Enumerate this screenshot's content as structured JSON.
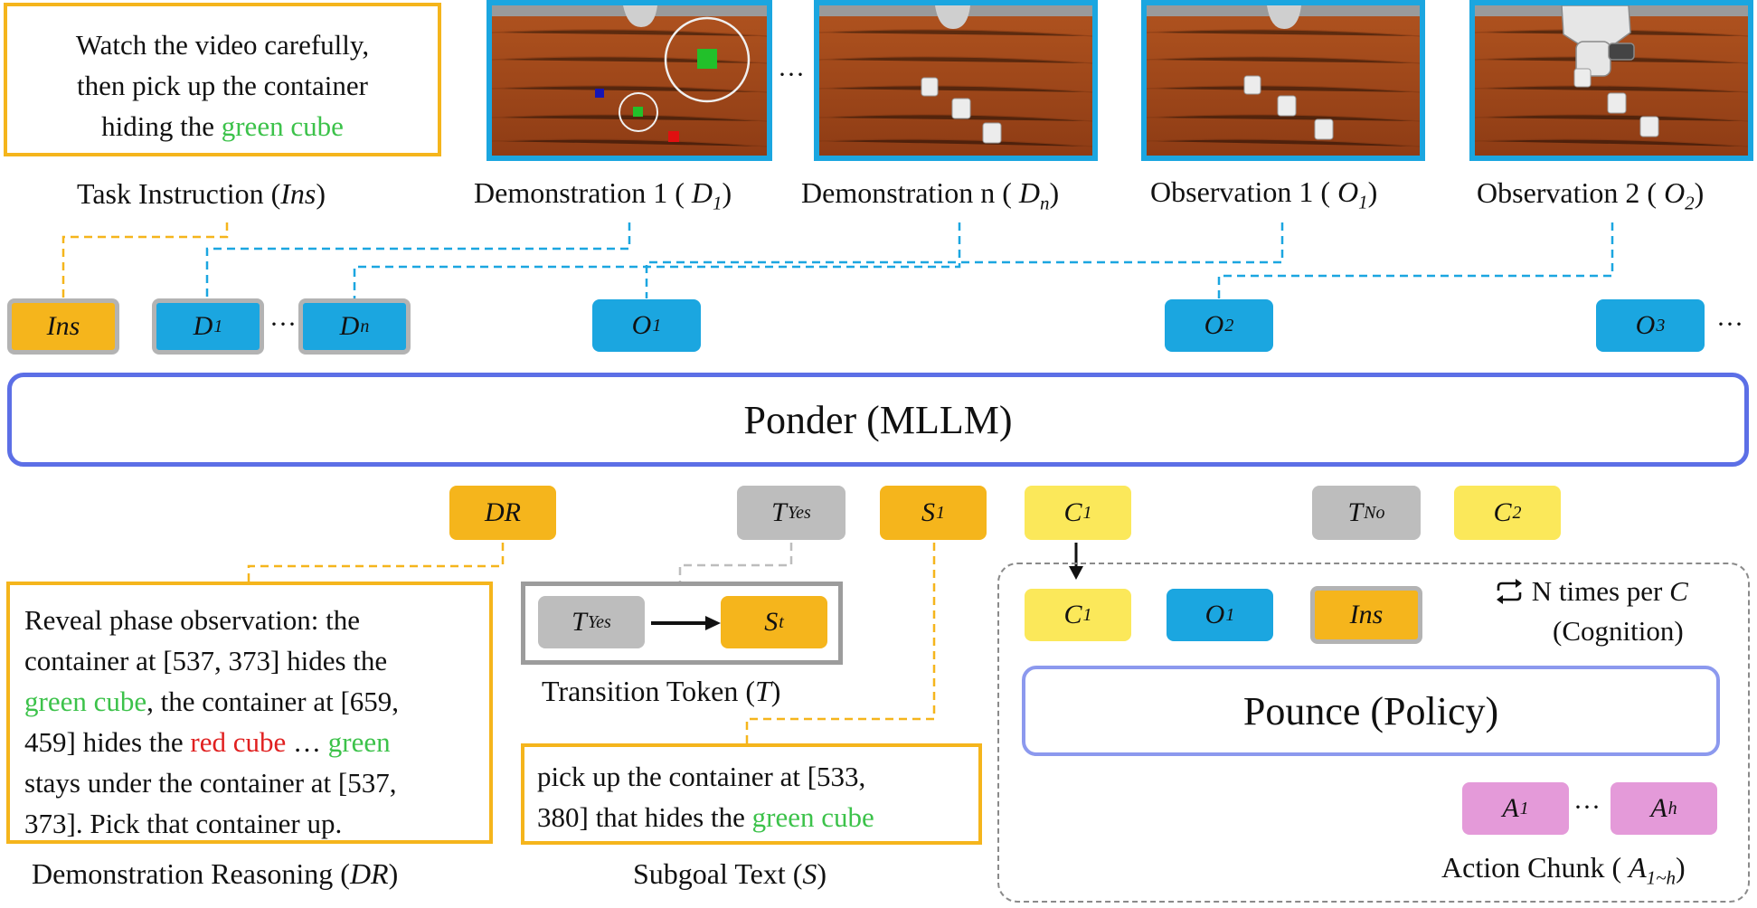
{
  "task_instruction": {
    "line1": "Watch the video carefully,",
    "line2": "then pick up the container",
    "line3_prefix": "hiding the",
    "line3_green": "green cube",
    "caption_prefix": "Task Instruction (",
    "caption_sym": "Ins",
    "caption_suffix": ")"
  },
  "frames": [
    {
      "caption_prefix": "Demonstration 1 (",
      "sym": "D",
      "sub": "1",
      "caption_suffix": ")"
    },
    {
      "caption_prefix": "Demonstration n (",
      "sym": "D",
      "sub": "n",
      "caption_suffix": ")"
    },
    {
      "caption_prefix": "Observation 1 (",
      "sym": "O",
      "sub": "1",
      "caption_suffix": ")"
    },
    {
      "caption_prefix": "Observation 2 (",
      "sym": "O",
      "sub": "2",
      "caption_suffix": ")"
    }
  ],
  "frame_ellipsis": "···",
  "input_tokens": {
    "ins": "Ins",
    "d1": {
      "sym": "D",
      "sub": "1"
    },
    "dn": {
      "sym": "D",
      "sub": "n"
    },
    "o1": {
      "sym": "O",
      "sub": "1"
    },
    "o2": {
      "sym": "O",
      "sub": "2"
    },
    "o3": {
      "sym": "O",
      "sub": "3"
    },
    "ellipsis_d": "···",
    "ellipsis_o": "···"
  },
  "ponder_label": "Ponder (MLLM)",
  "output_tokens": {
    "dr": "DR",
    "tyes": {
      "sym": "T",
      "sub": "Yes"
    },
    "s1": {
      "sym": "S",
      "sub": "1"
    },
    "c1": {
      "sym": "C",
      "sub": "1"
    },
    "tno": {
      "sym": "T",
      "sub": "No"
    },
    "c2": {
      "sym": "C",
      "sub": "2"
    }
  },
  "reasoning": {
    "l1": "Reveal phase observation: the",
    "l2": "container at [537, 373] hides the",
    "l3_green": "green cube",
    "l3_rest": ", the container at [659,",
    "l4_prefix": "459] hides the ",
    "l4_red": "red cube",
    "l4_mid": " … ",
    "l4_green": "green",
    "l5": "stays under the container at [537,",
    "l6": "373]. Pick that container up.",
    "caption_prefix": "Demonstration Reasoning (",
    "caption_sym": "DR",
    "caption_suffix": ")"
  },
  "transition": {
    "tyes": {
      "sym": "T",
      "sub": "Yes"
    },
    "st": {
      "sym": "S",
      "sub": "t"
    },
    "caption_prefix": "Transition Token (",
    "caption_sym": "T",
    "caption_suffix": ")"
  },
  "subgoal": {
    "l1": "pick up the container at [533,",
    "l2_prefix": "380] that hides the ",
    "l2_green": "green cube",
    "caption_prefix": "Subgoal Text (",
    "caption_sym": "S",
    "caption_suffix": ")"
  },
  "policy": {
    "c1": {
      "sym": "C",
      "sub": "1"
    },
    "o1": {
      "sym": "O",
      "sub": "1"
    },
    "ins": "Ins",
    "loop_text": "N times per",
    "loop_sym": "C",
    "loop_line2": "(Cognition)",
    "pounce_label": "Pounce (Policy)",
    "a1": {
      "sym": "A",
      "sub": "1"
    },
    "ah": {
      "sym": "A",
      "sub": "h"
    },
    "a_ellipsis": "···",
    "caption_prefix": "Action Chunk (",
    "caption_sym": "A",
    "caption_sub": "1~h",
    "caption_suffix": ")"
  },
  "colors": {
    "orange": "#f5b51c",
    "blue": "#1ba6e0",
    "gray": "#bdbdbd",
    "yellow": "#fbe85a",
    "pink": "#e49ad9",
    "ponder_border": "#5c6fe6",
    "pounce_border": "#8c99ee",
    "green_text": "#3cc24a",
    "red_text": "#e02020"
  }
}
